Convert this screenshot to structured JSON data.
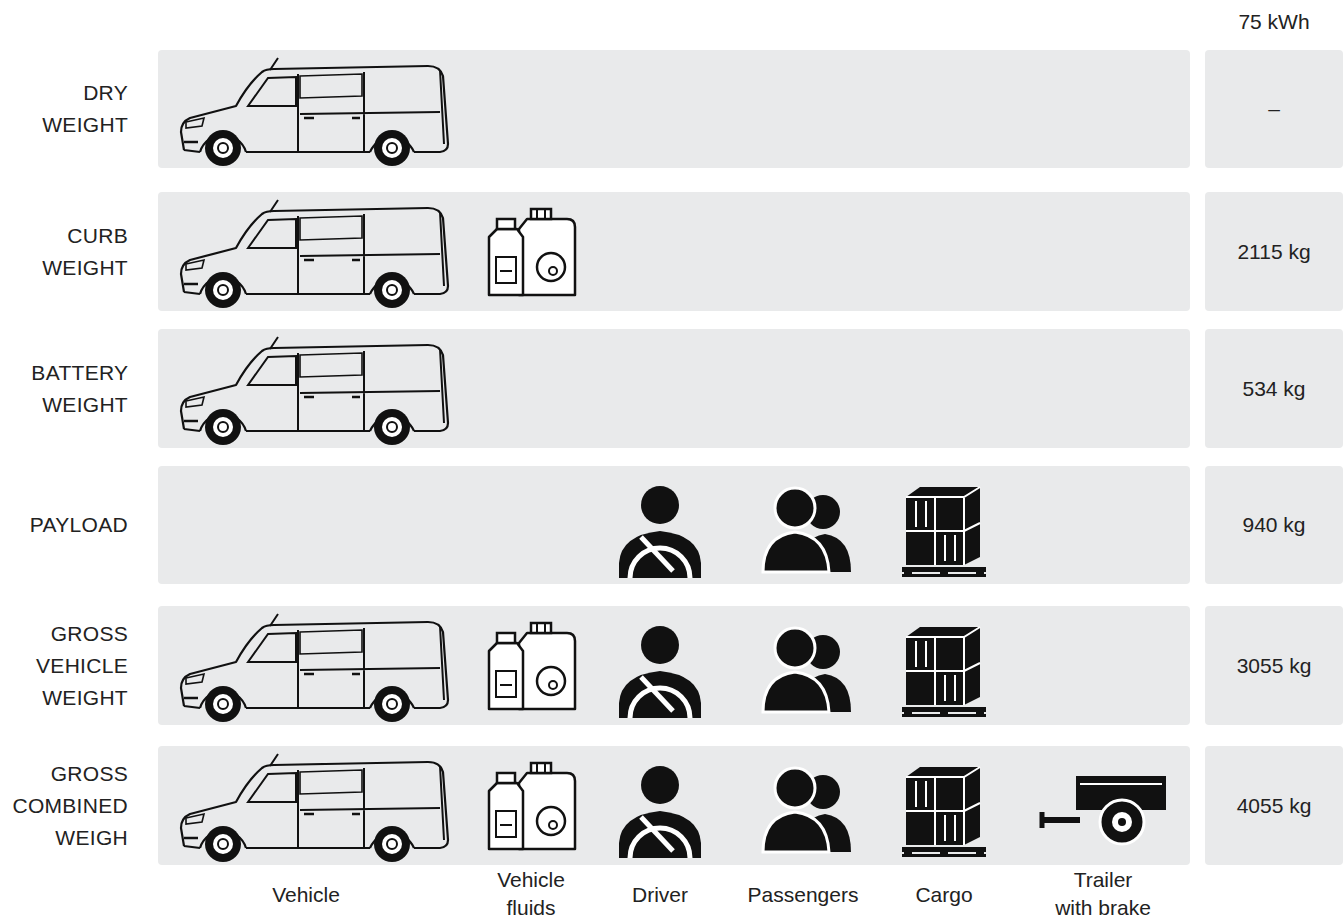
{
  "diagram": {
    "nodes": [
      {
        "text": [
          "DRY WEIGHT"
        ]
      },
      {
        "text": [
          "–"
        ]
      },
      {
        "text": [
          "CURB WEIGHT"
        ]
      },
      {
        "text": [
          "2115 kg"
        ]
      },
      {
        "text": [
          "BATTERY WEIGHT"
        ]
      },
      {
        "text": [
          "534 kg"
        ]
      },
      {
        "text": [
          "PAYLOAD"
        ]
      },
      {
        "text": [
          "940 kg"
        ]
      },
      {
        "text": [
          "GROSS VEHICLE WEIGHT"
        ]
      },
      {
        "text": [
          "3055 kg"
        ]
      },
      {
        "text": [
          "GROSS COMBINED WEIGH"
        ]
      },
      {
        "text": [
          "4055 kg"
        ]
      }
    ],
    "labels": [
      "75 kWh",
      "Vehicle",
      "Vehicle fluids",
      "Driver",
      "Passengers",
      "Cargo",
      "Trailer with brake"
    ]
  }
}
